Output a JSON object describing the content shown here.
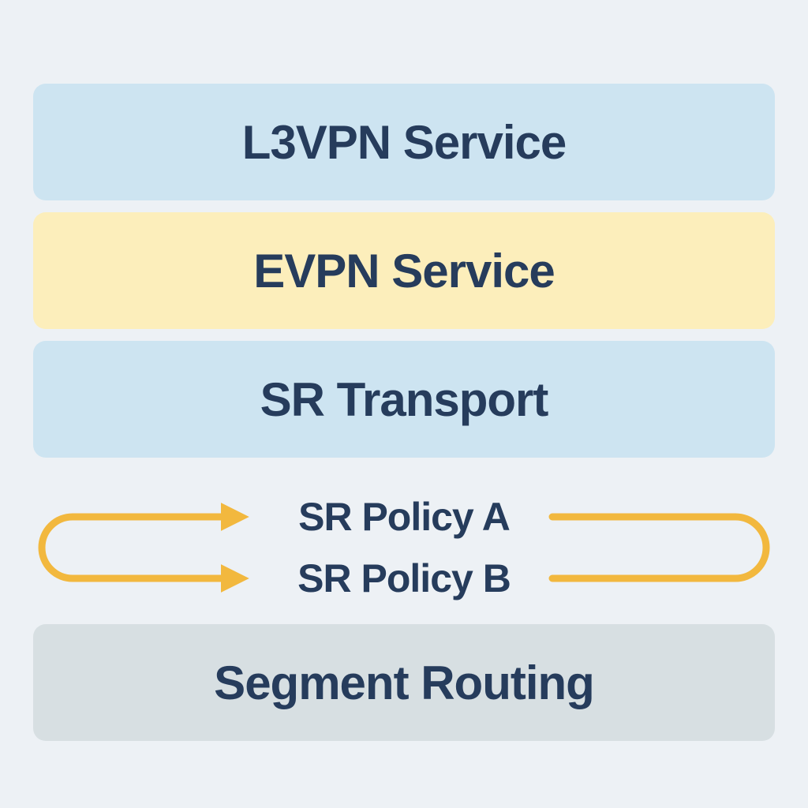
{
  "diagram": {
    "layers": [
      {
        "label": "L3VPN Service",
        "bg": "#cde4f1"
      },
      {
        "label": "EVPN Service",
        "bg": "#fceebb"
      },
      {
        "label": "SR Transport",
        "bg": "#cde4f1"
      }
    ],
    "policies": [
      {
        "label": "SR Policy A"
      },
      {
        "label": "SR Policy B"
      }
    ],
    "bottom_layer": {
      "label": "Segment Routing",
      "bg": "#d7dfe2"
    },
    "colors": {
      "background": "#edf1f5",
      "text": "#263c5c",
      "arrow": "#f2b83e"
    }
  }
}
